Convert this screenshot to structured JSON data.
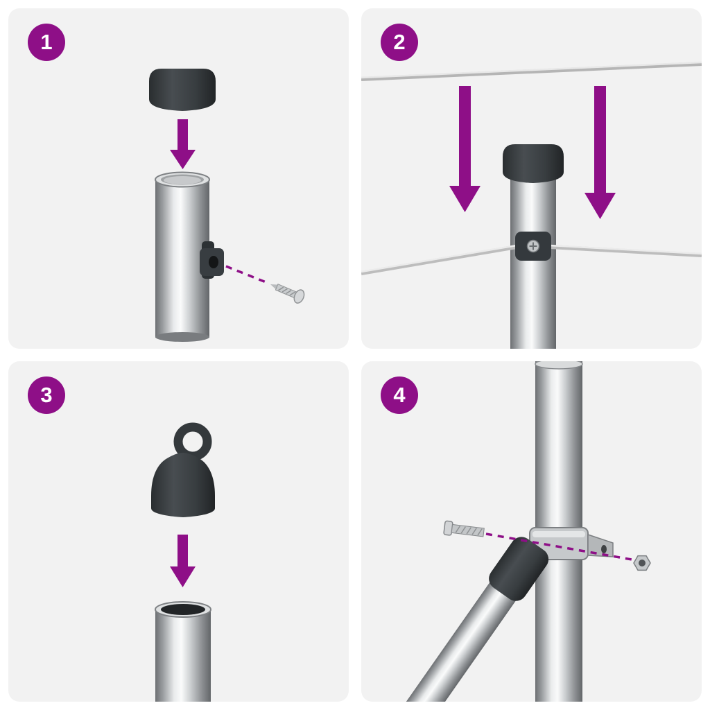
{
  "colors": {
    "accent": "#8e0f87",
    "panel_background": "#f2f2f2",
    "page_background": "#ffffff",
    "cap_dark": "#34393c",
    "metal_light": "#fafbfb",
    "metal_dark": "#6d7073",
    "wire": "#c0c0c0"
  },
  "steps": [
    {
      "number": "1",
      "illustration": "cap-pressed-onto-metal-post-with-screw-clamp"
    },
    {
      "number": "2",
      "illustration": "capped-post-lowered-under-tension-wires"
    },
    {
      "number": "3",
      "illustration": "eyelet-cap-pressed-onto-open-post"
    },
    {
      "number": "4",
      "illustration": "diagonal-brace-clamp-bolted-to-post"
    }
  ]
}
